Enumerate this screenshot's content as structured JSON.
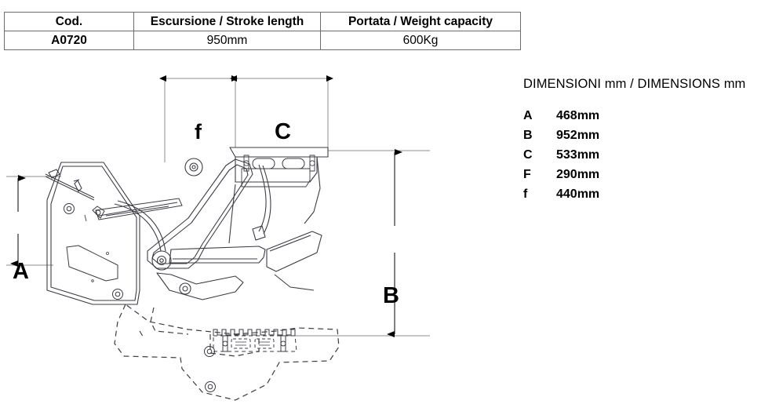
{
  "spec_table": {
    "headers": [
      "Cod.",
      "Escursione / Stroke length",
      "Portata / Weight capacity"
    ],
    "rows": [
      {
        "code": "A0720",
        "stroke_length": "950mm",
        "weight_capacity": "600Kg"
      }
    ]
  },
  "legend": {
    "title": "DIMENSIONI mm / DIMENSIONS mm",
    "items": [
      {
        "key": "A",
        "value": "468mm"
      },
      {
        "key": "B",
        "value": "952mm"
      },
      {
        "key": "C",
        "value": "533mm"
      },
      {
        "key": "F",
        "value": "290mm"
      },
      {
        "key": "f",
        "value": "440mm"
      }
    ]
  },
  "drawing": {
    "dimension_labels": {
      "f": "f",
      "C": "C",
      "A": "A",
      "B": "B"
    }
  },
  "colors": {
    "background": "#ffffff",
    "line": "#000000",
    "table_border": "#6b6b6b",
    "drawing_line": "#3c3c46",
    "dimension_line": "#8c8c8c"
  }
}
